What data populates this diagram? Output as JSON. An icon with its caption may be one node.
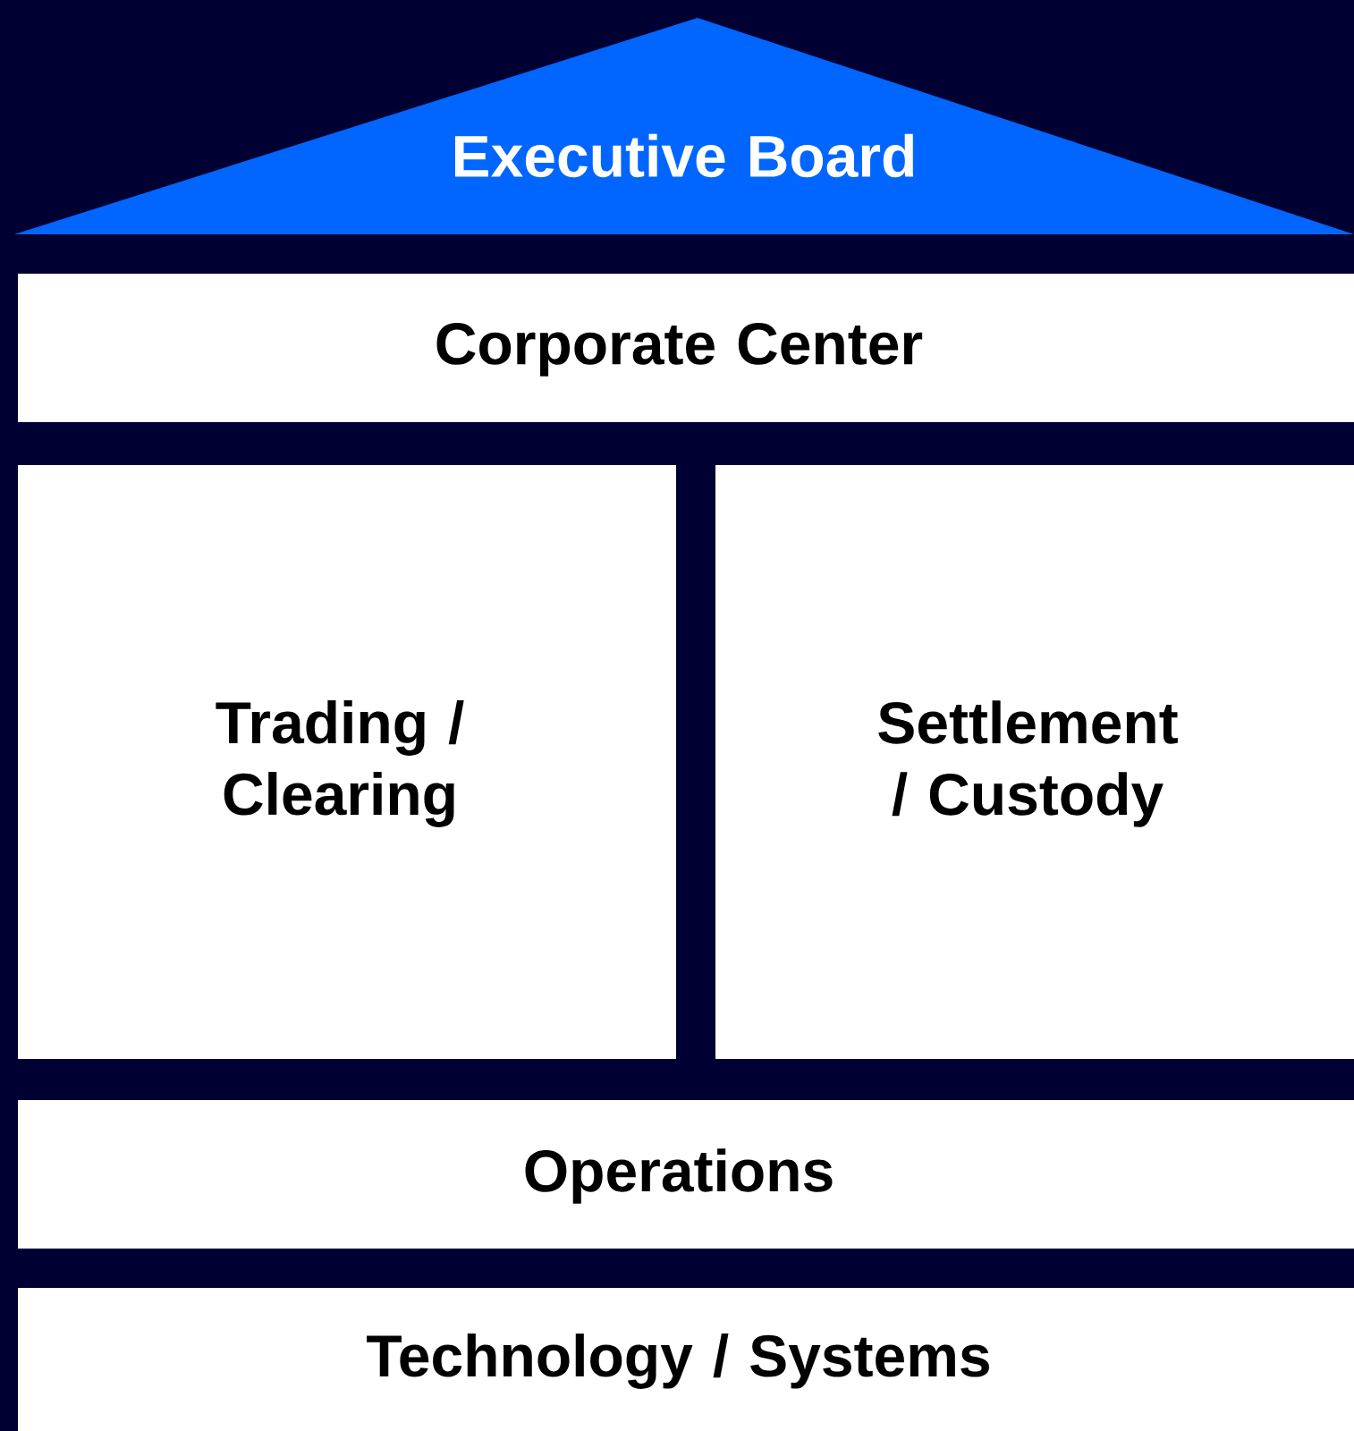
{
  "diagram": {
    "nodes": [
      {
        "text": [
          "Executive Board"
        ]
      },
      {
        "text": [
          "Corporate Center"
        ]
      },
      {
        "text": [
          "Trading / Clearing"
        ]
      },
      {
        "text": [
          "Settlement / Custody"
        ]
      },
      {
        "text": [
          "Operations"
        ]
      },
      {
        "text": [
          "Technology / Systems"
        ]
      }
    ]
  }
}
